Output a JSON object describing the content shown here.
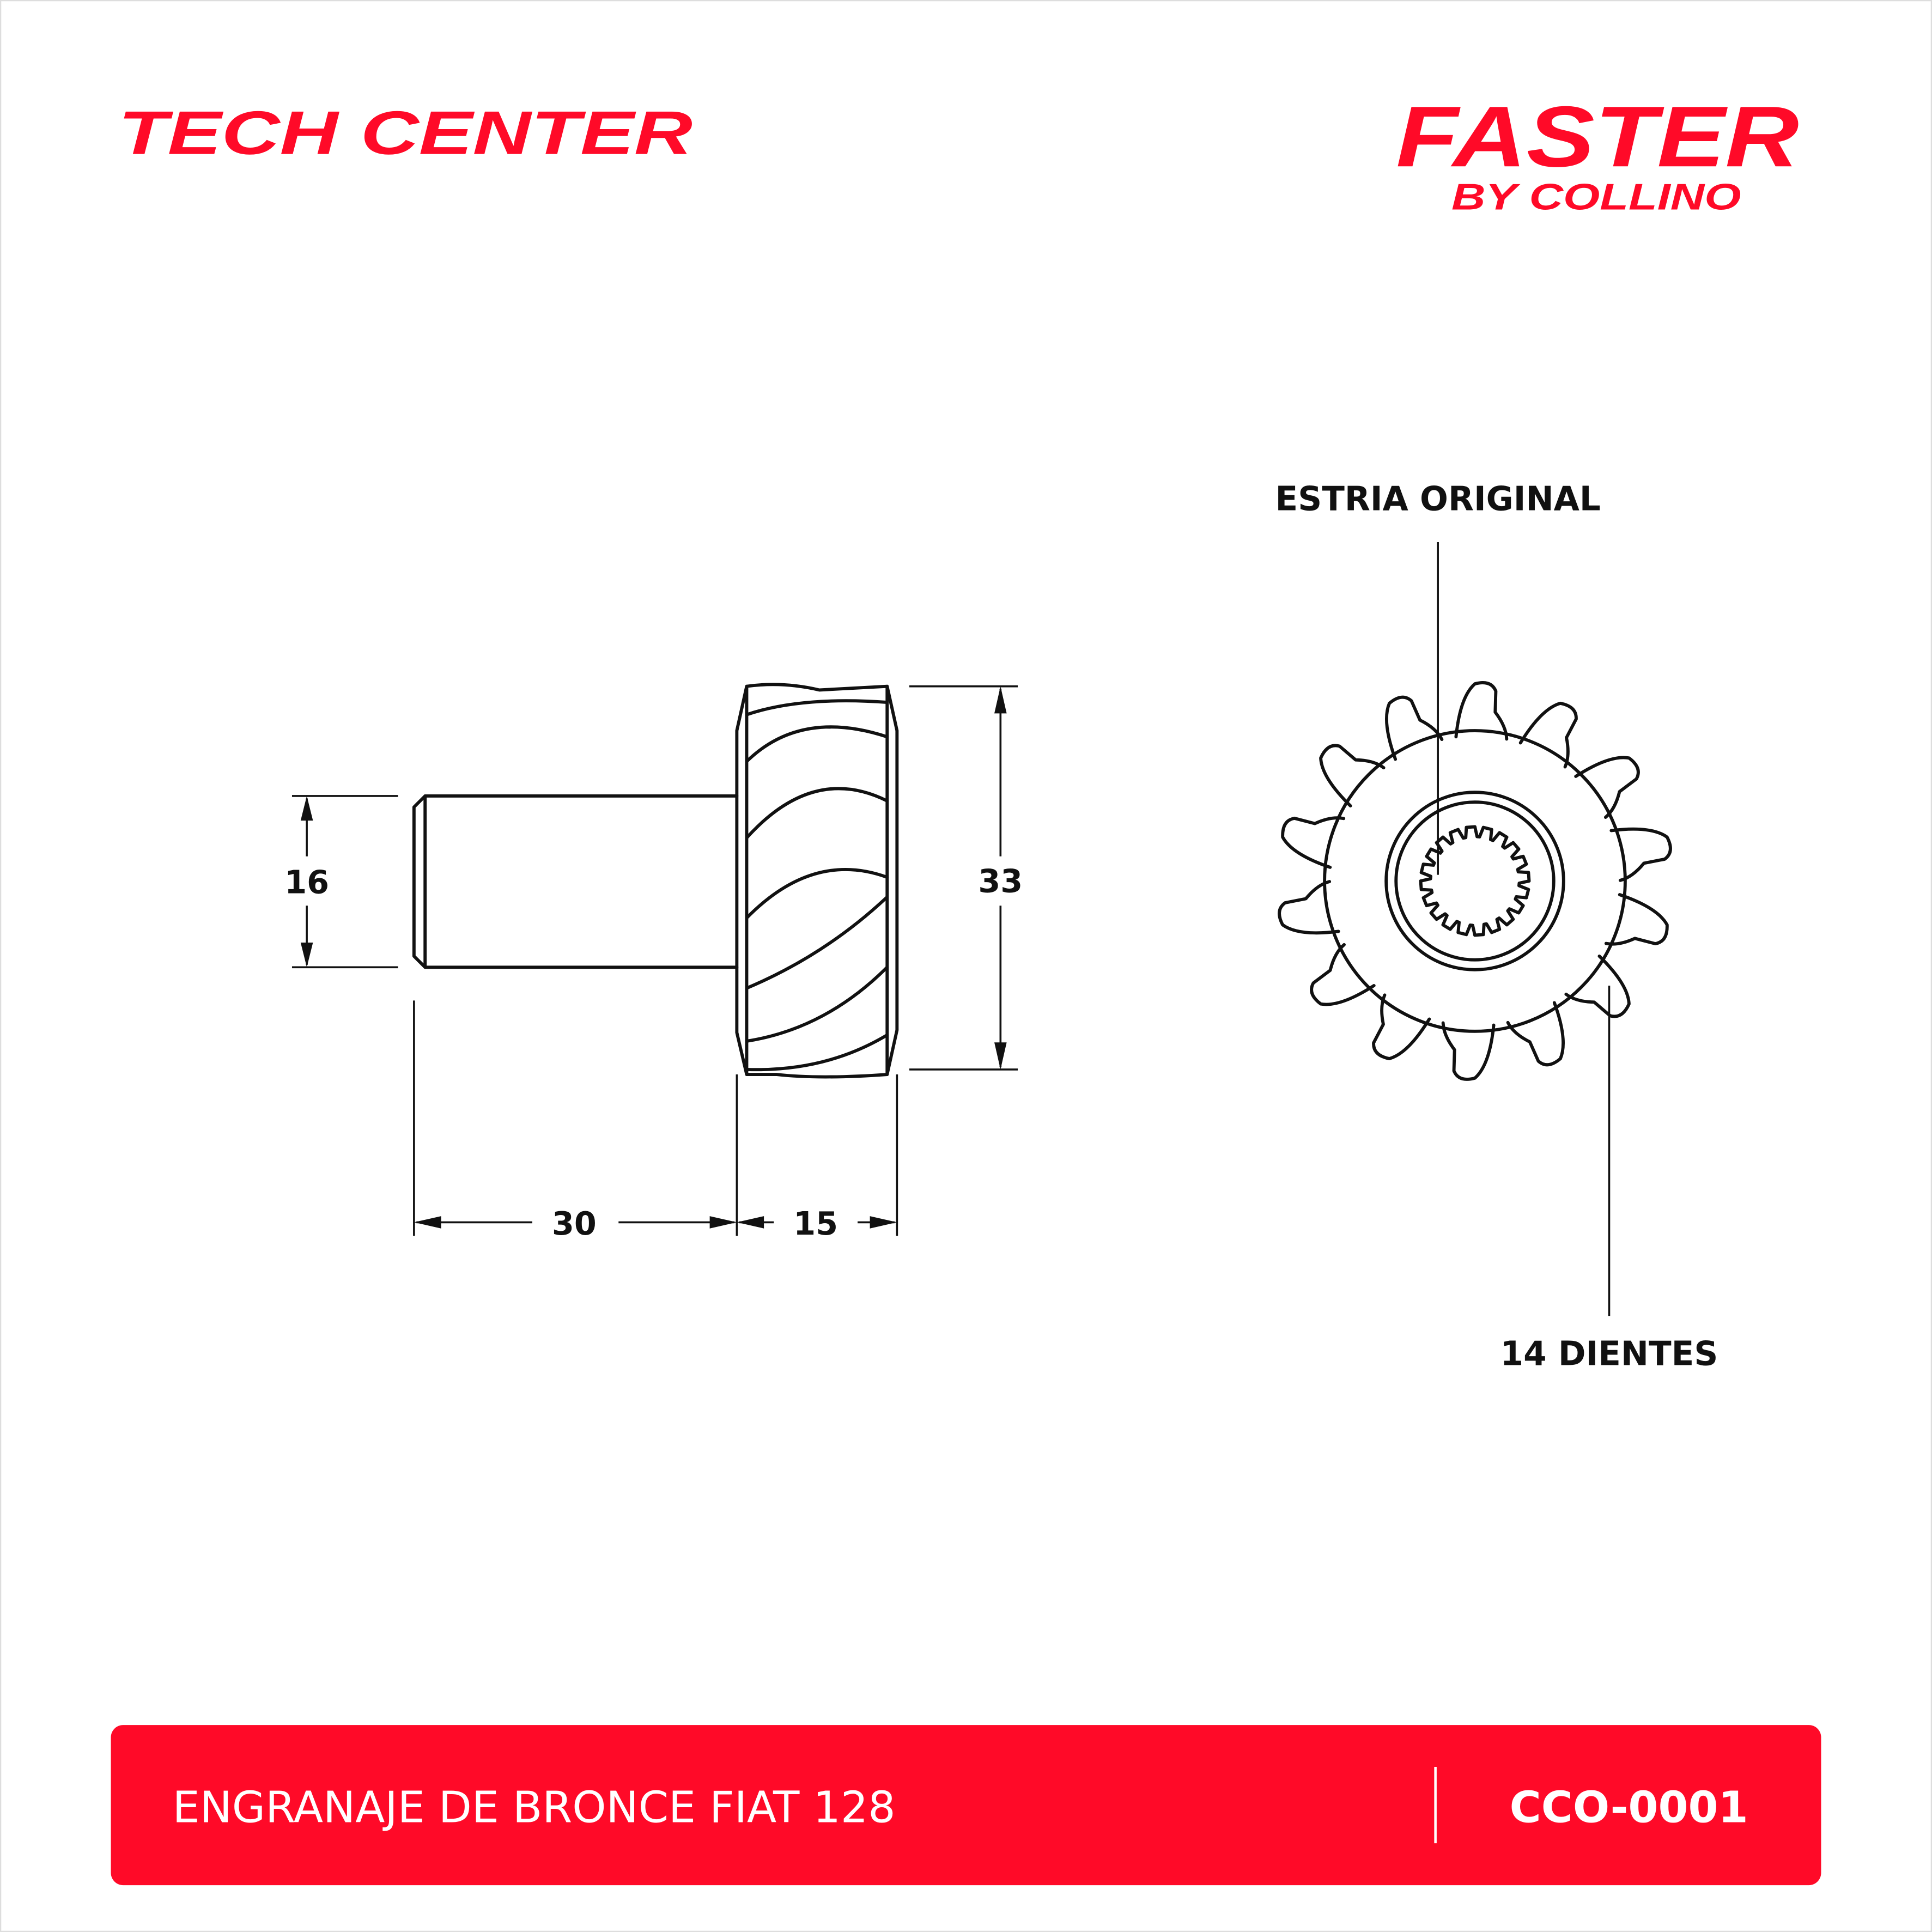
{
  "branding": {
    "left_logo": "TECH CENTER",
    "right_logo": "FASTER",
    "right_logo_sub": "BY COLLINO",
    "accent": "#FF0A28"
  },
  "drawing": {
    "dims": {
      "shaft_diameter": "16",
      "gear_diameter": "33",
      "shaft_length": "30",
      "gear_width": "15"
    },
    "labels": {
      "spline": "ESTRIA ORIGINAL",
      "teeth": "14 DIENTES"
    },
    "teeth_count": 14
  },
  "footer": {
    "product_name": "ENGRANAJE DE BRONCE FIAT 128",
    "code": "CCO-0001"
  }
}
